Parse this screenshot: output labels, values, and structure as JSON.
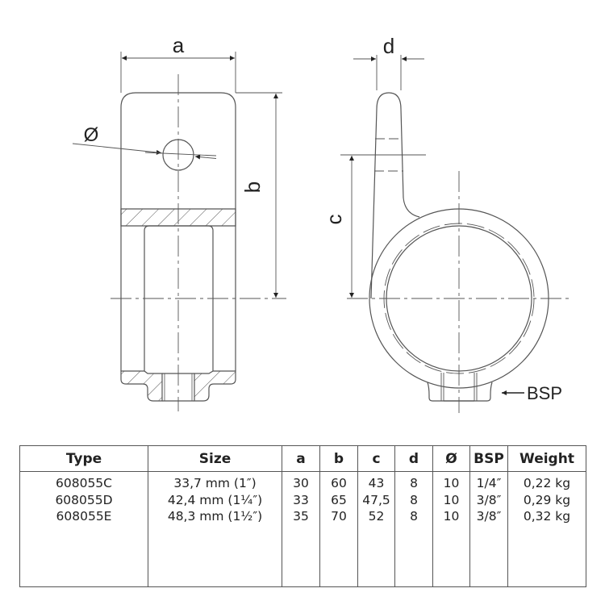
{
  "drawing": {
    "front_view": {
      "dimension_a_label": "a",
      "dimension_b_label": "b",
      "hole_diameter_label": "Ø"
    },
    "side_view": {
      "dimension_c_label": "c",
      "dimension_d_label": "d",
      "bsp_label": "BSP",
      "bsp_arrow": "←"
    }
  },
  "table": {
    "headers": [
      "Type",
      "Size",
      "a",
      "b",
      "c",
      "d",
      "Ø",
      "BSP",
      "Weight"
    ],
    "rows": [
      {
        "type": "608055C",
        "size": "33,7 mm (1″)",
        "a": "30",
        "b": "60",
        "c": "43",
        "d": "8",
        "dia": "10",
        "bsp": "1/4″",
        "weight": "0,22 kg"
      },
      {
        "type": "608055D",
        "size": "42,4 mm (1¼″)",
        "a": "33",
        "b": "65",
        "c": "47,5",
        "d": "8",
        "dia": "10",
        "bsp": "3/8″",
        "weight": "0,29 kg"
      },
      {
        "type": "608055E",
        "size": "48,3 mm (1½″)",
        "a": "35",
        "b": "70",
        "c": "52",
        "d": "8",
        "dia": "10",
        "bsp": "3/8″",
        "weight": "0,32 kg"
      }
    ]
  },
  "colors": {
    "line": "#555555",
    "text": "#222222",
    "background": "#ffffff"
  }
}
